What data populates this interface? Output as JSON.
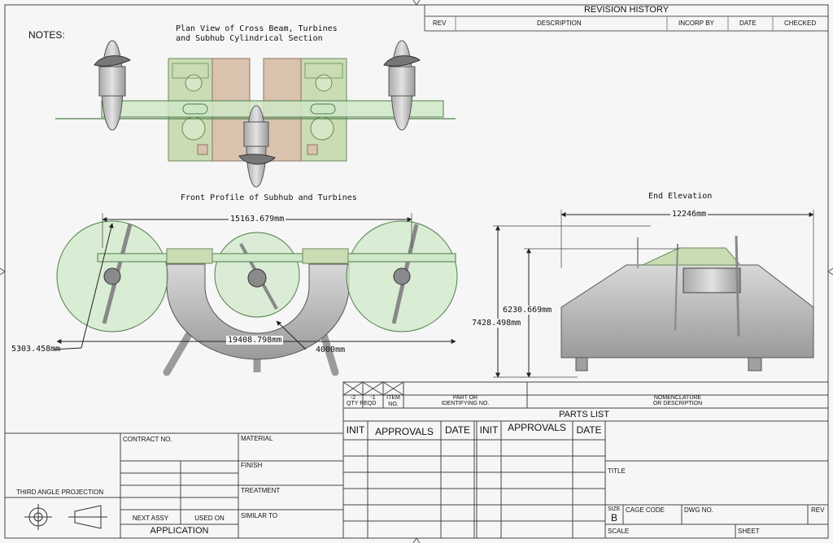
{
  "notes_label": "NOTES:",
  "revision": {
    "title": "REVISION HISTORY",
    "columns": [
      "REV",
      "DESCRIPTION",
      "INCORP BY",
      "DATE",
      "CHECKED"
    ]
  },
  "views": {
    "plan_title_line1": "Plan View of Cross Beam, Turbines",
    "plan_title_line2": "and Subhub Cylindrical Section",
    "front_title": "Front Profile of Subhub and Turbines",
    "end_title": "End Elevation"
  },
  "dimensions": {
    "front_span": "15163.679mm",
    "front_width": "19408.798mm",
    "front_radius": "5303.458mm",
    "front_offset": "4000mm",
    "end_width": "12246mm",
    "end_height_inner": "6230.669mm",
    "end_height_outer": "7428.498mm"
  },
  "parts_list": {
    "title": "PARTS LIST",
    "header": {
      "qty_a": "-2",
      "qty_b": "-1",
      "qty_label": "QTY REQD",
      "item_no": "ITEM NO.",
      "part_or": "PART OR",
      "identifying_no": "IDENTIFYING NO.",
      "nomenclature": "NOMENCLATURE",
      "or_description": "OR DESCRIPTION"
    }
  },
  "approvals": {
    "init": "INIT",
    "approvals": "APPROVALS",
    "date": "DATE"
  },
  "title_block": {
    "contract_no": "CONTRACT NO.",
    "material": "MATERIAL",
    "finish": "FINISH",
    "treatment": "TREATMENT",
    "similar_to": "SIMILAR TO",
    "next_assy": "NEXT ASSY",
    "used_on": "USED ON",
    "application": "APPLICATION",
    "third_angle": "THIRD ANGLE PROJECTION",
    "title": "TITLE",
    "size_label": "SIZE",
    "size_value": "B",
    "cage_code": "CAGE CODE",
    "dwg_no": "DWG NO.",
    "rev": "REV",
    "scale": "SCALE",
    "sheet": "SHEET"
  },
  "colors": {
    "line": "#333333",
    "turbine_fill": "#cfe8c8",
    "turbine_stroke": "#4f7d4a",
    "panel_green": "#c9dcb4",
    "panel_tan": "#d9c2ae",
    "steel": "#b5b5b5",
    "steel_dark": "#8a8a8a"
  }
}
